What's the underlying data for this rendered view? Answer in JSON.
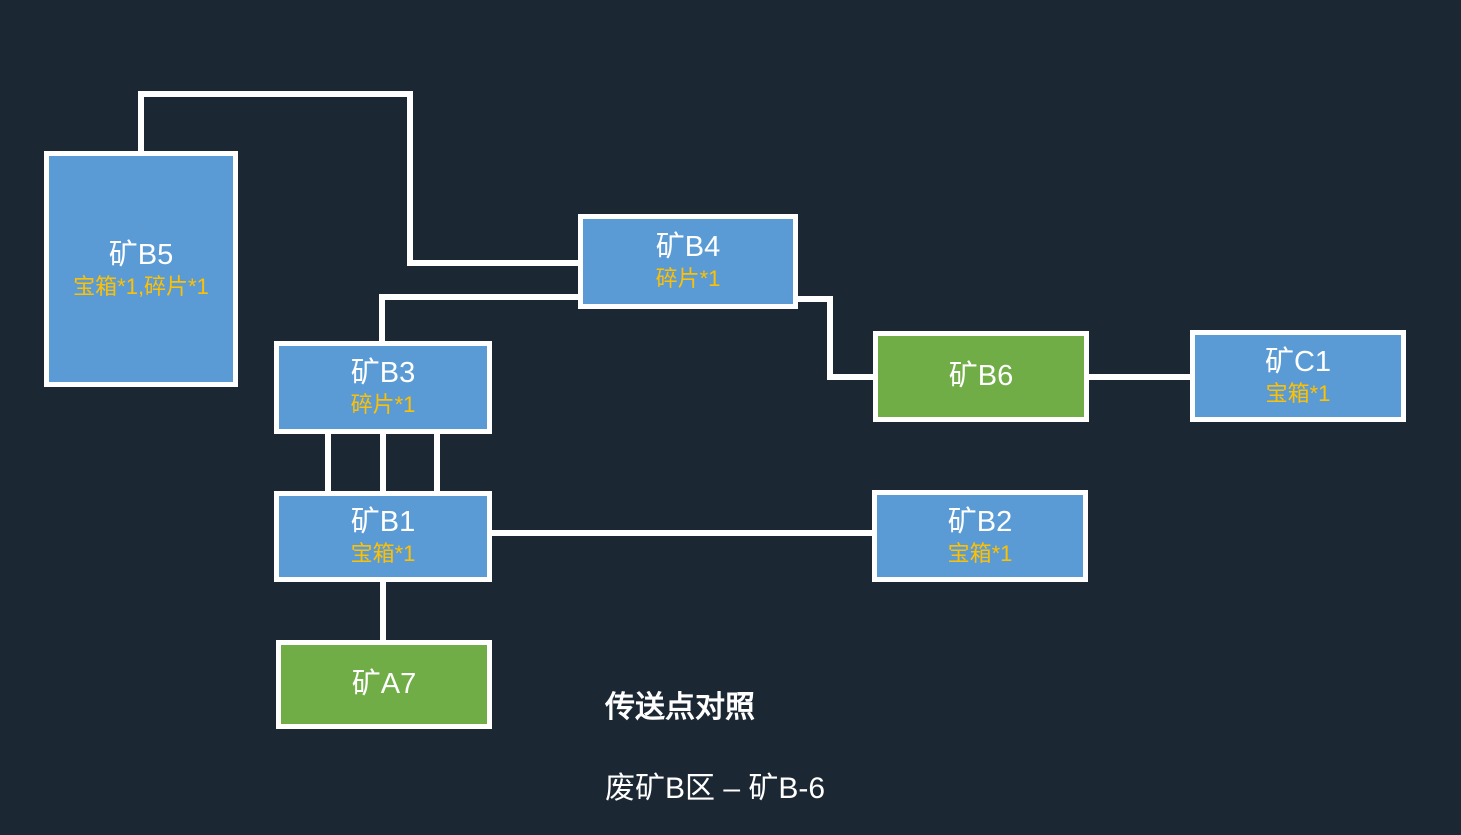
{
  "diagram": {
    "background_color": "#1C2734",
    "colors": {
      "node_blue": "#5B9BD5",
      "node_green": "#70AD47",
      "reward_text": "#FFC000",
      "connector": "#FFFFFF",
      "title_text": "#FFFFFF"
    },
    "nodes": [
      {
        "id": "B5",
        "label": "矿B5",
        "reward": "宝箱*1,碎片*1",
        "type": "blue"
      },
      {
        "id": "B4",
        "label": "矿B4",
        "reward": "碎片*1",
        "type": "blue"
      },
      {
        "id": "B3",
        "label": "矿B3",
        "reward": "碎片*1",
        "type": "blue"
      },
      {
        "id": "B6",
        "label": "矿B6",
        "reward": "",
        "type": "green"
      },
      {
        "id": "C1",
        "label": "矿C1",
        "reward": "宝箱*1",
        "type": "blue"
      },
      {
        "id": "B1",
        "label": "矿B1",
        "reward": "宝箱*1",
        "type": "blue"
      },
      {
        "id": "B2",
        "label": "矿B2",
        "reward": "宝箱*1",
        "type": "blue"
      },
      {
        "id": "A7",
        "label": "矿A7",
        "reward": "",
        "type": "green"
      }
    ],
    "edges": [
      {
        "from": "矿B5",
        "to": "矿B4"
      },
      {
        "from": "矿B3",
        "to": "矿B4"
      },
      {
        "from": "矿B4",
        "to": "矿B6"
      },
      {
        "from": "矿B6",
        "to": "矿C1"
      },
      {
        "from": "矿B3",
        "to": "矿B1"
      },
      {
        "from": "矿B3",
        "to": "矿B1"
      },
      {
        "from": "矿B3",
        "to": "矿B1"
      },
      {
        "from": "矿B1",
        "to": "矿B2"
      },
      {
        "from": "矿B1",
        "to": "矿A7"
      }
    ],
    "captions": {
      "title": "传送点对照",
      "subtitle": "废矿B区 – 矿B-6"
    }
  }
}
